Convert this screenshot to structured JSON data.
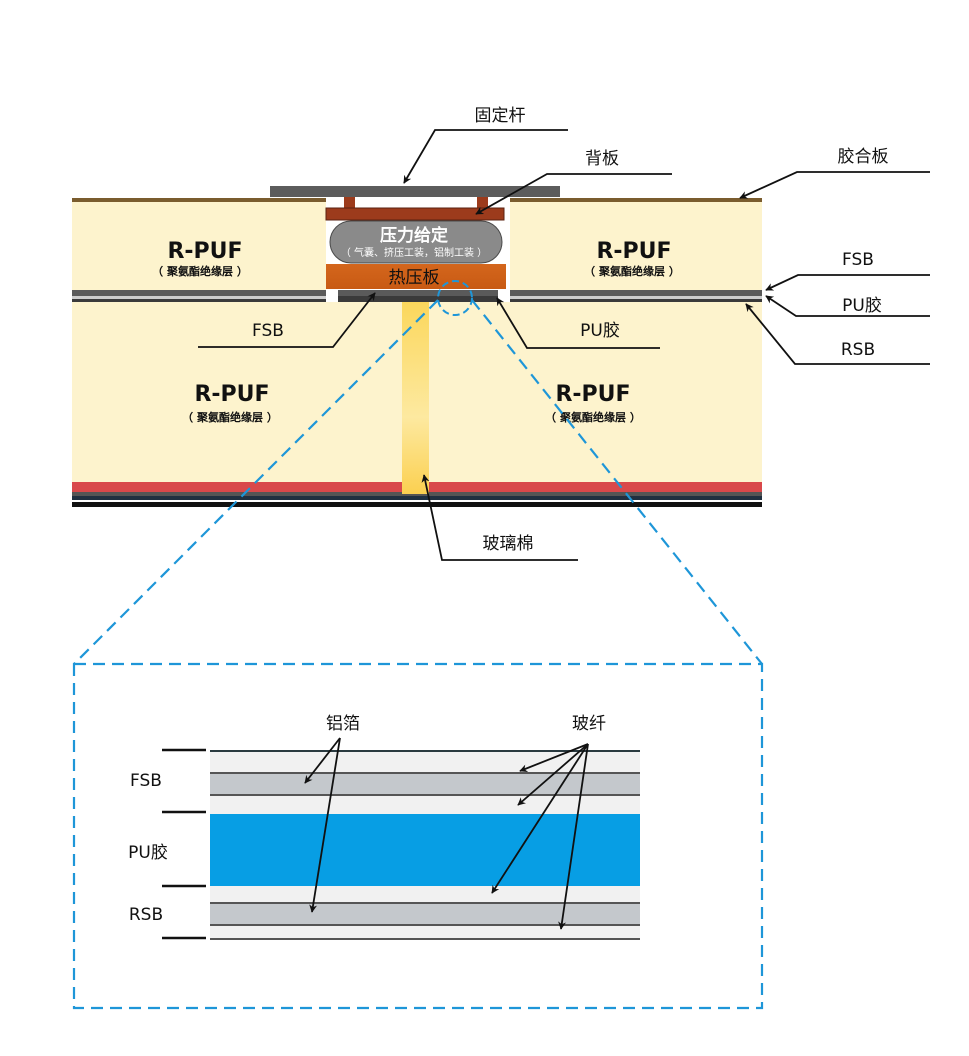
{
  "labels": {
    "fixing_rod": "固定杆",
    "back_plate": "背板",
    "plywood": "胶合板",
    "fsb_right": "FSB",
    "pu_glue_right": "PU胶",
    "rsb_right": "RSB",
    "fsb_mid": "FSB",
    "pu_glue_mid": "PU胶",
    "glass_wool": "玻璃棉",
    "hot_press_plate": "热压板",
    "pressure": "压力给定",
    "pressure_sub": "（ 气囊、挤压工装，铝制工装 ）",
    "puf_tl": "R-PUF",
    "puf_tl_sub": "（ 聚氨酯绝缘层 ）",
    "puf_tr": "R-PUF",
    "puf_tr_sub": "（ 聚氨酯绝缘层 ）",
    "puf_bl": "R-PUF",
    "puf_bl_sub": "（ 聚氨酯绝缘层 ）",
    "puf_br": "R-PUF",
    "puf_br_sub": "（ 聚氨酯绝缘层 ）"
  },
  "detail": {
    "aluminum_foil": "铝箔",
    "glass_fiber": "玻纤",
    "fsb": "FSB",
    "pu_glue": "PU胶",
    "rsb": "RSB"
  },
  "colors": {
    "puf": "#fdf3cd",
    "plywood": "#7a5c2e",
    "fsb": "#5a5a5a",
    "hot_press": "#d4661c",
    "back_plate": "#9c3b1c",
    "pressure_bag": "#8a8a8a",
    "red_layer": "#d9484a",
    "pu_glue": "#079ee4",
    "dash": "#1e96d8",
    "foil": "#c4c8cc"
  }
}
